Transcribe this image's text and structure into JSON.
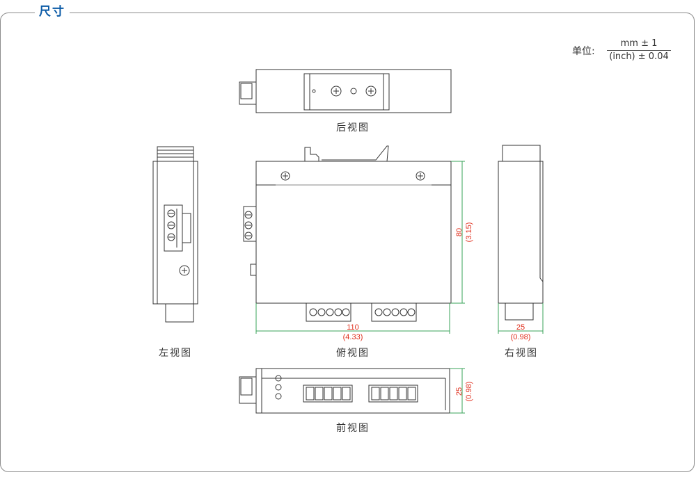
{
  "title": "尺寸",
  "unit": {
    "label": "单位:",
    "numerator": "mm ± 1",
    "denominator": "(inch) ± 0.04"
  },
  "views": {
    "rear": "后视图",
    "left": "左视图",
    "top": "俯视图",
    "right": "右视图",
    "front": "前视图"
  },
  "dimensions": {
    "height_mm": "80",
    "height_in": "(3.15)",
    "width_mm": "110",
    "width_in": "(4.33)",
    "depth_mm": "25",
    "depth_in": "(0.98)",
    "front_depth_mm": "25",
    "front_depth_in": "(0.98)"
  },
  "colors": {
    "title": "#0a5aa6",
    "dimension_text": "#e0301e",
    "dimension_line": "#3aa35a"
  }
}
